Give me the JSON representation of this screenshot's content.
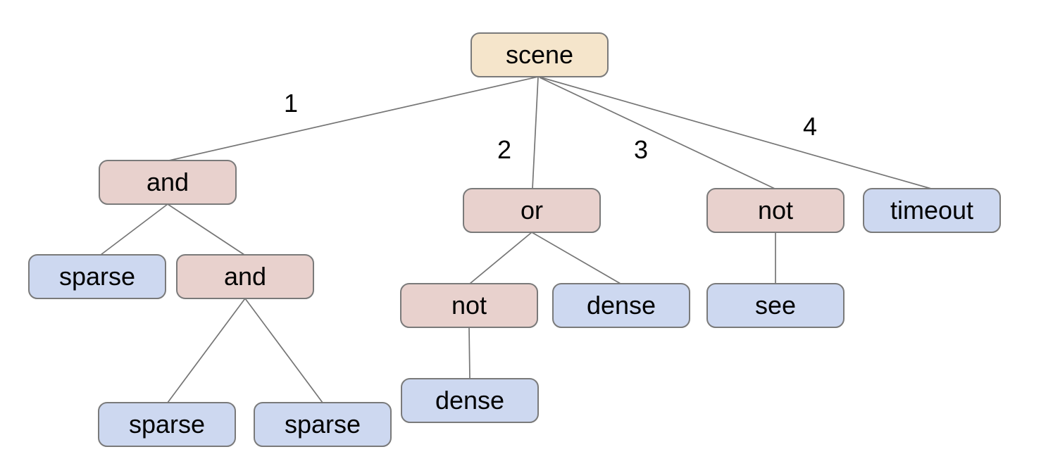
{
  "diagram": {
    "type": "tree",
    "colors": {
      "root_fill": "#f5e5cb",
      "operator_fill": "#e8d1cd",
      "leaf_fill": "#cdd8f0",
      "node_border": "#7a7a7a",
      "edge_line": "#757575",
      "text": "#000000",
      "background": "#ffffff"
    },
    "nodes": {
      "scene": {
        "label": "scene",
        "role": "root"
      },
      "and_a": {
        "label": "and",
        "role": "operator"
      },
      "sparse_a": {
        "label": "sparse",
        "role": "leaf"
      },
      "and_b": {
        "label": "and",
        "role": "operator"
      },
      "sparse_b": {
        "label": "sparse",
        "role": "leaf"
      },
      "sparse_c": {
        "label": "sparse",
        "role": "leaf"
      },
      "or_a": {
        "label": "or",
        "role": "operator"
      },
      "not_a": {
        "label": "not",
        "role": "operator"
      },
      "dense_a": {
        "label": "dense",
        "role": "leaf"
      },
      "dense_b": {
        "label": "dense",
        "role": "leaf"
      },
      "not_b": {
        "label": "not",
        "role": "operator"
      },
      "see_a": {
        "label": "see",
        "role": "leaf"
      },
      "timeout_a": {
        "label": "timeout",
        "role": "leaf"
      }
    },
    "edges": [
      {
        "from": "scene",
        "to": "and_a",
        "label": "1"
      },
      {
        "from": "scene",
        "to": "or_a",
        "label": "2"
      },
      {
        "from": "scene",
        "to": "not_b",
        "label": "3"
      },
      {
        "from": "scene",
        "to": "timeout_a",
        "label": "4"
      },
      {
        "from": "and_a",
        "to": "sparse_a",
        "label": ""
      },
      {
        "from": "and_a",
        "to": "and_b",
        "label": ""
      },
      {
        "from": "and_b",
        "to": "sparse_b",
        "label": ""
      },
      {
        "from": "and_b",
        "to": "sparse_c",
        "label": ""
      },
      {
        "from": "or_a",
        "to": "not_a",
        "label": ""
      },
      {
        "from": "or_a",
        "to": "dense_a",
        "label": ""
      },
      {
        "from": "not_a",
        "to": "dense_b",
        "label": ""
      },
      {
        "from": "not_b",
        "to": "see_a",
        "label": ""
      }
    ]
  }
}
